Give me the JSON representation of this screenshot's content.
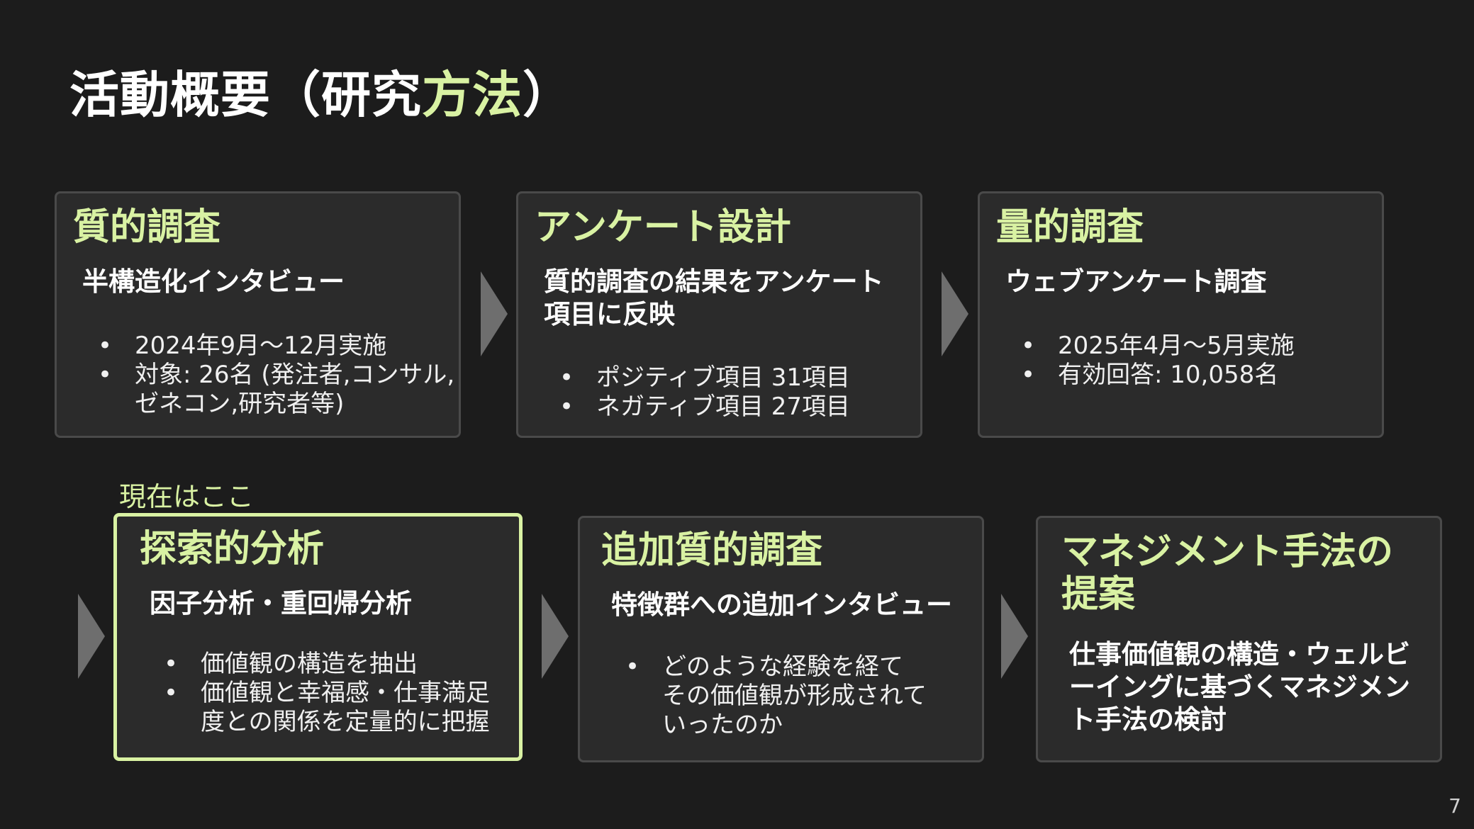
{
  "slide": {
    "title_main": "活動概要（研究",
    "title_accent": "方法",
    "title_end": "）",
    "current_label": "現在はここ",
    "page_number": "7"
  },
  "steps": [
    {
      "heading": "質的調査",
      "subtitle": "半構造化インタビュー",
      "bullets": [
        "2024年9月～12月実施",
        "対象: 26名 (発注者,コンサル,\nゼネコン,研究者等)"
      ]
    },
    {
      "heading": "アンケート設計",
      "subtitle": "質的調査の結果をアンケート\n項目に反映",
      "bullets": [
        "ポジティブ項目 31項目",
        "ネガティブ項目 27項目"
      ]
    },
    {
      "heading": "量的調査",
      "subtitle": "ウェブアンケート調査",
      "bullets": [
        "2025年4月～5月実施",
        "有効回答: 10,058名"
      ]
    },
    {
      "heading": "探索的分析",
      "subtitle": "因子分析・重回帰分析",
      "bullets": [
        "価値観の構造を抽出",
        "価値観と幸福感・仕事満足\n度との関係を定量的に把握"
      ]
    },
    {
      "heading": "追加質的調査",
      "subtitle": "特徴群への追加インタビュー",
      "bullets": [
        "どのような経験を経て\nその価値観が形成されて\nいったのか"
      ]
    },
    {
      "heading": "マネジメント手法の\n提案",
      "subtitle": "仕事価値観の構造・ウェルビ\nーイングに基づくマネジメン\nト手法の検討"
    }
  ],
  "bullet_marker": "•",
  "colors": {
    "background": "#1c1c1c",
    "box": "#2b2b2b",
    "accent": "#d9f2a3",
    "arrow": "#6e6e6e"
  }
}
